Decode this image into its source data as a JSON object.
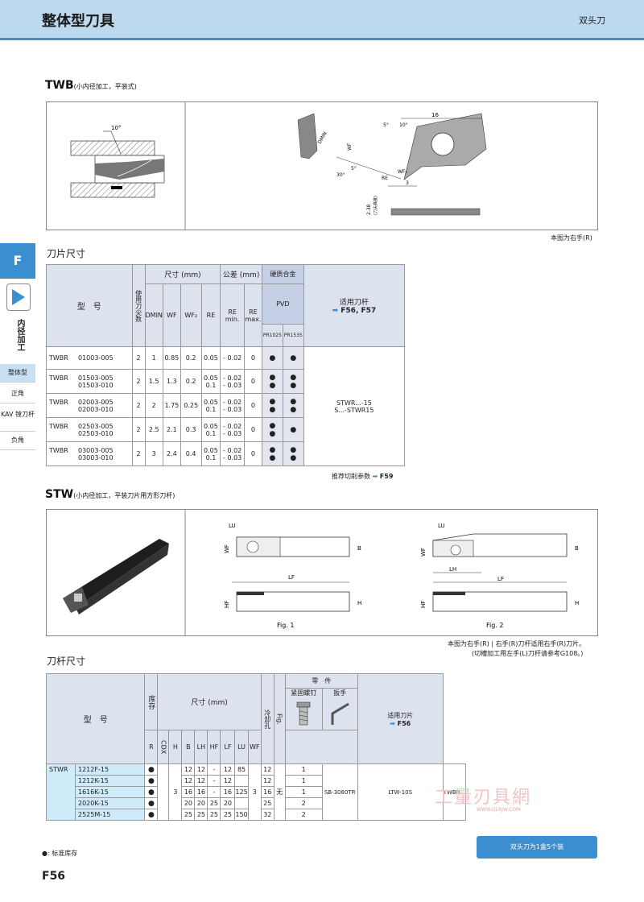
{
  "header": {
    "title": "整体型刀具",
    "right": "双头刀"
  },
  "side": {
    "letter": "F",
    "vertical": "内径加工",
    "menu": [
      "整体型",
      "正角",
      "KAV 镗刀杆",
      "负角"
    ]
  },
  "twb": {
    "title": "TWB",
    "subtitle": "(小内径加工，平装式)",
    "dims": {
      "a10": "10°",
      "a5": "5°",
      "d16": "16",
      "d10": "10°",
      "wf": "WF",
      "dmin": "DMIN",
      "a30": "30°",
      "a5b": "5°",
      "wf2": "WF₂",
      "re": "RE",
      "d3": "3",
      "d238": "2.38",
      "cut": "(刀尖高度)"
    },
    "note": "本图为右手(R)"
  },
  "insert_table": {
    "section_title": "刀片尺寸",
    "h_model": "型　号",
    "h_edges": "使用刀尖数",
    "h_size": "尺寸 (mm)",
    "h_tol": "公差 (mm)",
    "h_carbide": "硬质合金",
    "h_holder": "适用刀杆",
    "holder_ref": "F56, F57",
    "cols": [
      "DMIN",
      "WF",
      "WF₂",
      "RE",
      "RE min.",
      "RE max."
    ],
    "pvd": "PVD",
    "grades": [
      "PR1025",
      "PR1535"
    ],
    "rows": [
      {
        "series": "TWBR",
        "models": [
          "01003-005"
        ],
        "edges": "2",
        "dmin": "1",
        "wf": "0.85",
        "wf2": "0.2",
        "re": [
          "0.05"
        ],
        "remin": [
          "- 0.02"
        ],
        "remax": "0",
        "g1": [
          "●"
        ],
        "g2": [
          "●"
        ]
      },
      {
        "series": "TWBR",
        "models": [
          "01503-005",
          "01503-010"
        ],
        "edges": "2",
        "dmin": "1.5",
        "wf": "1.3",
        "wf2": "0.2",
        "re": [
          "0.05",
          "0.1"
        ],
        "remin": [
          "- 0.02",
          "- 0.03"
        ],
        "remax": "0",
        "g1": [
          "●",
          "●"
        ],
        "g2": [
          "●",
          "●"
        ]
      },
      {
        "series": "TWBR",
        "models": [
          "02003-005",
          "02003-010"
        ],
        "edges": "2",
        "dmin": "2",
        "wf": "1.75",
        "wf2": "0.25",
        "re": [
          "0.05",
          "0.1"
        ],
        "remin": [
          "- 0.02",
          "- 0.03"
        ],
        "remax": "0",
        "g1": [
          "●",
          "●"
        ],
        "g2": [
          "●",
          "●"
        ]
      },
      {
        "series": "TWBR",
        "models": [
          "02503-005",
          "02503-010"
        ],
        "edges": "2",
        "dmin": "2.5",
        "wf": "2.1",
        "wf2": "0.3",
        "re": [
          "0.05",
          "0.1"
        ],
        "remin": [
          "- 0.02",
          "- 0.03"
        ],
        "remax": "0",
        "g1": [
          "●",
          "●"
        ],
        "g2": [
          "",
          "●"
        ]
      },
      {
        "series": "TWBR",
        "models": [
          "03003-005",
          "03003-010"
        ],
        "edges": "2",
        "dmin": "3",
        "wf": "2.4",
        "wf2": "0.4",
        "re": [
          "0.05",
          "0.1"
        ],
        "remin": [
          "- 0.02",
          "- 0.03"
        ],
        "remax": "0",
        "g1": [
          "●",
          "●"
        ],
        "g2": [
          "●",
          "●"
        ]
      }
    ],
    "holders": [
      "STWR...-15",
      "S...-STWR15"
    ],
    "footnote": "推荐切削参数",
    "footnote_ref": "F59"
  },
  "stw": {
    "title": "STW",
    "subtitle": "(小内径加工，平装刀片用方形刀杆)",
    "labels": {
      "lu": "LU",
      "wf": "WF",
      "b": "B",
      "lf": "LF",
      "hf": "HF",
      "h": "H",
      "lh": "LH"
    },
    "fig1": "Fig. 1",
    "fig2": "Fig. 2",
    "note1": "本图为右手(R) | 右手(R)刀杆适用右手(R)刀片。",
    "note2": "(切槽加工用左手(L)刀杆请参考G108。)"
  },
  "holder_table": {
    "section_title": "刀杆尺寸",
    "h_model": "型　号",
    "h_stock": "库存",
    "h_size": "尺寸 (mm)",
    "h_coolant": "冷却孔",
    "h_fig": "Fig.",
    "h_parts": "零　件",
    "h_screw": "紧固螺钉",
    "h_wrench": "扳手",
    "h_insert": "适用刀片",
    "insert_ref": "F56",
    "cols": [
      "R",
      "CDX",
      "H",
      "B",
      "LH",
      "HF",
      "LF",
      "LU",
      "WF"
    ],
    "series": "STWR",
    "models": [
      "1212F-15",
      "1212K-15",
      "1616K-15",
      "2020K-15",
      "2525M-15"
    ],
    "stock": [
      "●",
      "●",
      "●",
      "●",
      "●"
    ],
    "cdx": "3",
    "h": [
      "12",
      "12",
      "16",
      "20",
      "25"
    ],
    "b": [
      "12",
      "12",
      "16",
      "20",
      "25"
    ],
    "lh": [
      "-",
      "-",
      "-",
      "25",
      "25"
    ],
    "hf": [
      "12",
      "12",
      "16",
      "20",
      "25"
    ],
    "lf": [
      "85",
      "",
      "125",
      "",
      "150"
    ],
    "lu": "3",
    "wf": [
      "12",
      "12",
      "16",
      "25",
      "32"
    ],
    "coolant": "无",
    "fig": [
      "1",
      "1",
      "1",
      "2",
      "2"
    ],
    "screw": "SB-3080TR",
    "wrench": "LTW-10S",
    "insert": "TWBR..."
  },
  "legend": "●: 标准库存",
  "box_note": "双头刀为1盒5个装",
  "page": "F56",
  "watermark": "工量刃具網",
  "watermark_url": "WWW.GLRJW.COM"
}
